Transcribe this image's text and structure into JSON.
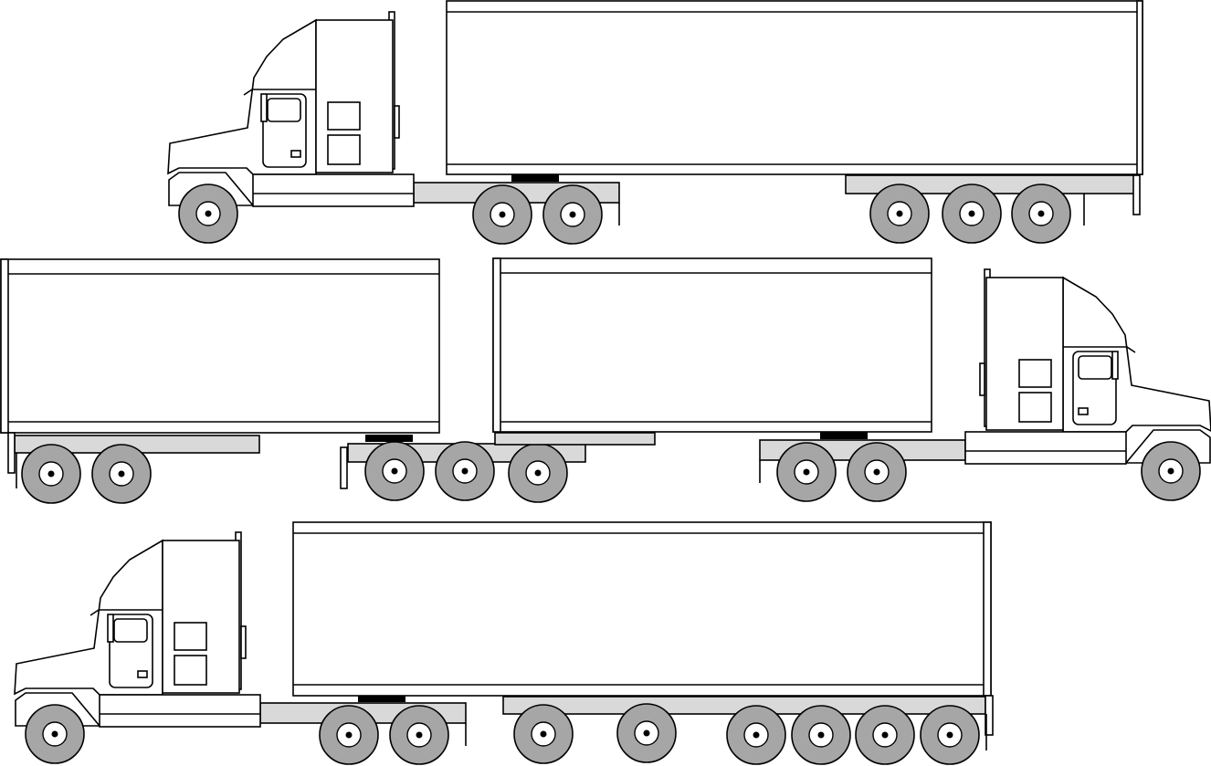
{
  "colors": {
    "outline": "#000000",
    "body_fill": "#ffffff",
    "chassis_fill": "#d9d9d9",
    "tire_fill": "#a6a6a6",
    "coupling": "#000000"
  },
  "trucks": [
    {
      "tractor_facing": "left",
      "trailers": 1,
      "trailer_axles": 3
    },
    {
      "tractor_facing": "right",
      "trailers": 2,
      "trailer_axles": 5
    },
    {
      "tractor_facing": "left",
      "trailers": 1,
      "trailer_axles": 6
    }
  ]
}
